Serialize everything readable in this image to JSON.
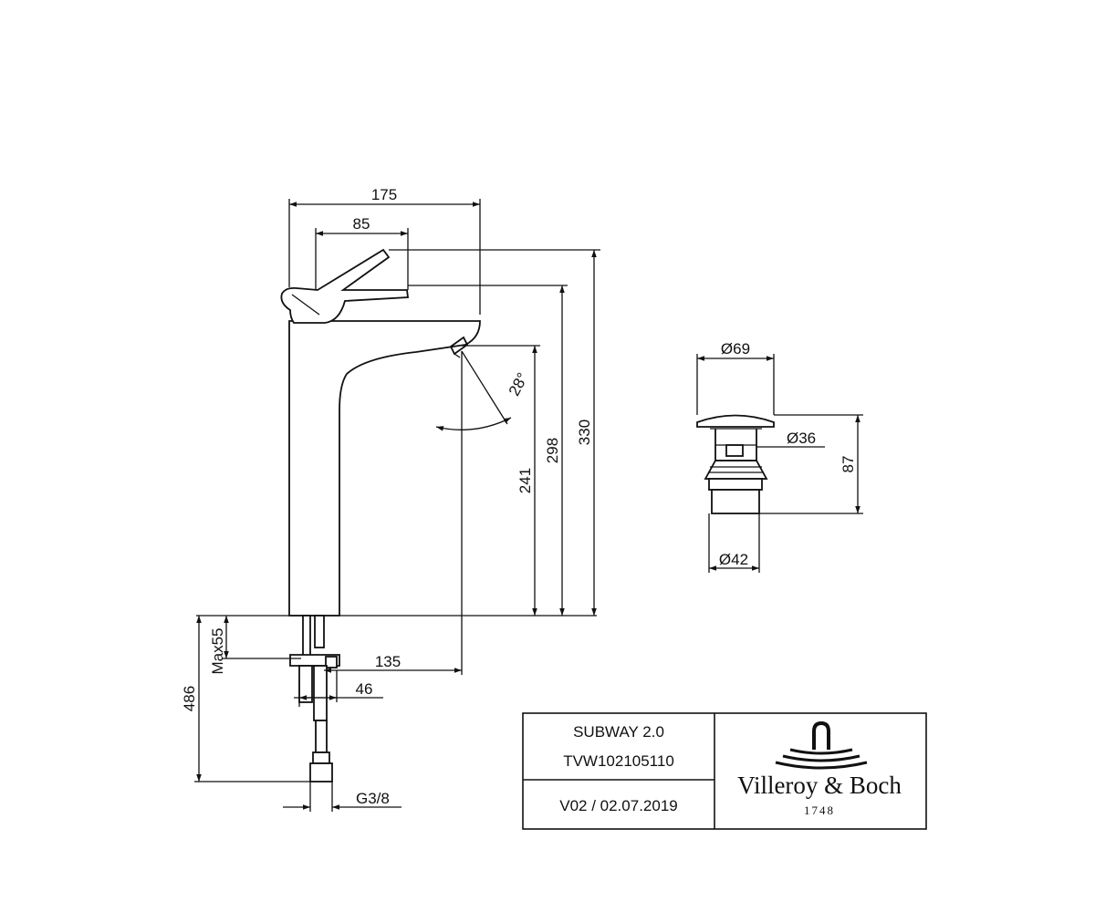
{
  "faucet": {
    "dim_width_total": "175",
    "dim_lever": "85",
    "dim_height_outlet": "241",
    "dim_height_lever": "298",
    "dim_height_total": "330",
    "dim_angle": "28°",
    "dim_max_deck": "Max55",
    "dim_reach": "135",
    "dim_shank": "46",
    "dim_hose": "486",
    "dim_thread": "G3/8"
  },
  "waste": {
    "dim_top": "Ø69",
    "dim_body": "Ø36",
    "dim_bottom": "Ø42",
    "dim_height": "87"
  },
  "title_block": {
    "product": "SUBWAY 2.0",
    "article": "TVW102105110",
    "version": "V02 / 02.07.2019",
    "brand": "Villeroy & Boch",
    "brand_year": "1748"
  },
  "arrowheads": "filled"
}
